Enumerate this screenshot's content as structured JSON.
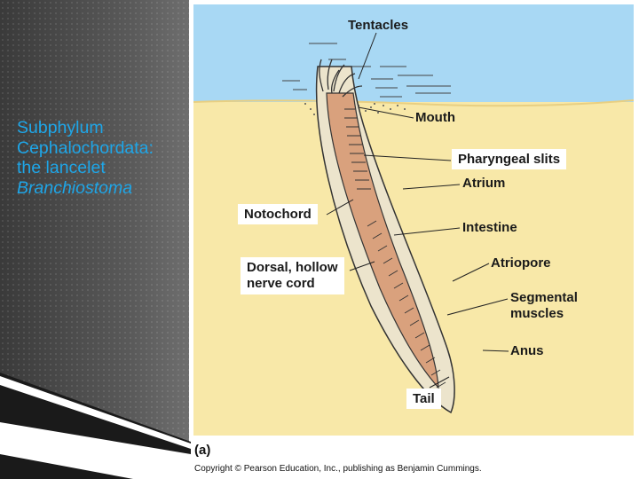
{
  "slide": {
    "title_lines": [
      "Subphylum",
      "Cephalochordata:",
      "the lancelet"
    ],
    "title_italic": "Branchiostoma"
  },
  "figure": {
    "labels": {
      "tentacles": "Tentacles",
      "mouth": "Mouth",
      "pharyngeal_slits": "Pharyngeal slits",
      "atrium": "Atrium",
      "notochord": "Notochord",
      "intestine": "Intestine",
      "dorsal_line1": "Dorsal, hollow",
      "dorsal_line2": "nerve cord",
      "atriopore": "Atriopore",
      "segmental_line1": "Segmental",
      "segmental_line2": "muscles",
      "anus": "Anus",
      "tail": "Tail"
    },
    "panel_letter": "(a)",
    "copyright": "Copyright © Pearson Education, Inc., publishing as Benjamin Cummings.",
    "colors": {
      "water": "#a8d8f4",
      "sand": "#f8e8a8",
      "body": "#d9a17d",
      "outline": "#333333",
      "title": "#1ea6e8"
    }
  }
}
